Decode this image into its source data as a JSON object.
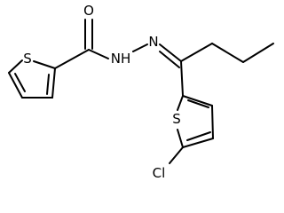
{
  "molecule": {
    "atoms": [
      {
        "id": "O1",
        "label": "O"
      },
      {
        "id": "S1",
        "label": "S"
      },
      {
        "id": "N1",
        "label": "NH"
      },
      {
        "id": "N2",
        "label": "N"
      },
      {
        "id": "S2",
        "label": "S"
      },
      {
        "id": "Cl1",
        "label": "Cl"
      }
    ]
  },
  "colors": {
    "bond": "#000000",
    "label": "#000000",
    "background": "#ffffff"
  }
}
